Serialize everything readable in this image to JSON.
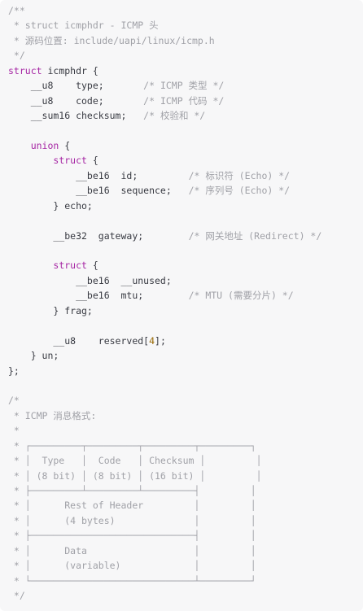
{
  "code": {
    "language": "c",
    "lines": [
      [
        {
          "cls": "c",
          "text": "/**"
        }
      ],
      [
        {
          "cls": "c",
          "text": " * struct icmphdr - ICMP 头"
        }
      ],
      [
        {
          "cls": "c",
          "text": " * 源码位置: include/uapi/linux/icmp.h"
        }
      ],
      [
        {
          "cls": "c",
          "text": " */"
        }
      ],
      [
        {
          "cls": "k",
          "text": "struct"
        },
        {
          "cls": "t",
          "text": " icmphdr {"
        }
      ],
      [
        {
          "cls": "t",
          "text": "    __u8    type;       "
        },
        {
          "cls": "c",
          "text": "/* ICMP 类型 */"
        }
      ],
      [
        {
          "cls": "t",
          "text": "    __u8    code;       "
        },
        {
          "cls": "c",
          "text": "/* ICMP 代码 */"
        }
      ],
      [
        {
          "cls": "t",
          "text": "    __sum16 checksum;   "
        },
        {
          "cls": "c",
          "text": "/* 校验和 */"
        }
      ],
      [
        {
          "cls": "t",
          "text": ""
        }
      ],
      [
        {
          "cls": "t",
          "text": "    "
        },
        {
          "cls": "k",
          "text": "union"
        },
        {
          "cls": "t",
          "text": " {"
        }
      ],
      [
        {
          "cls": "t",
          "text": "        "
        },
        {
          "cls": "k",
          "text": "struct"
        },
        {
          "cls": "t",
          "text": " {"
        }
      ],
      [
        {
          "cls": "t",
          "text": "            __be16  id;         "
        },
        {
          "cls": "c",
          "text": "/* 标识符 (Echo) */"
        }
      ],
      [
        {
          "cls": "t",
          "text": "            __be16  sequence;   "
        },
        {
          "cls": "c",
          "text": "/* 序列号 (Echo) */"
        }
      ],
      [
        {
          "cls": "t",
          "text": "        } echo;"
        }
      ],
      [
        {
          "cls": "t",
          "text": ""
        }
      ],
      [
        {
          "cls": "t",
          "text": "        __be32  gateway;        "
        },
        {
          "cls": "c",
          "text": "/* 网关地址 (Redirect) */"
        }
      ],
      [
        {
          "cls": "t",
          "text": ""
        }
      ],
      [
        {
          "cls": "t",
          "text": "        "
        },
        {
          "cls": "k",
          "text": "struct"
        },
        {
          "cls": "t",
          "text": " {"
        }
      ],
      [
        {
          "cls": "t",
          "text": "            __be16  __unused;"
        }
      ],
      [
        {
          "cls": "t",
          "text": "            __be16  mtu;        "
        },
        {
          "cls": "c",
          "text": "/* MTU (需要分片) */"
        }
      ],
      [
        {
          "cls": "t",
          "text": "        } frag;"
        }
      ],
      [
        {
          "cls": "t",
          "text": ""
        }
      ],
      [
        {
          "cls": "t",
          "text": "        __u8    reserved["
        },
        {
          "cls": "n",
          "text": "4"
        },
        {
          "cls": "t",
          "text": "];"
        }
      ],
      [
        {
          "cls": "t",
          "text": "    } un;"
        }
      ],
      [
        {
          "cls": "t",
          "text": "};"
        }
      ],
      [
        {
          "cls": "t",
          "text": ""
        }
      ],
      [
        {
          "cls": "c",
          "text": "/*"
        }
      ],
      [
        {
          "cls": "c",
          "text": " * ICMP 消息格式:"
        }
      ],
      [
        {
          "cls": "c",
          "text": " *"
        }
      ],
      [
        {
          "cls": "c",
          "text": " * ┌─────────┬─────────┬─────────┬─────────┐"
        }
      ],
      [
        {
          "cls": "c",
          "text": " * │  Type   │  Code   │ Checksum │         │"
        }
      ],
      [
        {
          "cls": "c",
          "text": " * │ (8 bit) │ (8 bit) │ (16 bit) │         │"
        }
      ],
      [
        {
          "cls": "c",
          "text": " * ├─────────┴─────────┴─────────┤         │"
        }
      ],
      [
        {
          "cls": "c",
          "text": " * │      Rest of Header         │         │"
        }
      ],
      [
        {
          "cls": "c",
          "text": " * │      (4 bytes)              │         │"
        }
      ],
      [
        {
          "cls": "c",
          "text": " * ├─────────────────────────────┤         │"
        }
      ],
      [
        {
          "cls": "c",
          "text": " * │      Data                   │         │"
        }
      ],
      [
        {
          "cls": "c",
          "text": " * │      (variable)             │         │"
        }
      ],
      [
        {
          "cls": "c",
          "text": " * └─────────────────────────────┴─────────┘"
        }
      ],
      [
        {
          "cls": "c",
          "text": " */"
        }
      ]
    ]
  }
}
